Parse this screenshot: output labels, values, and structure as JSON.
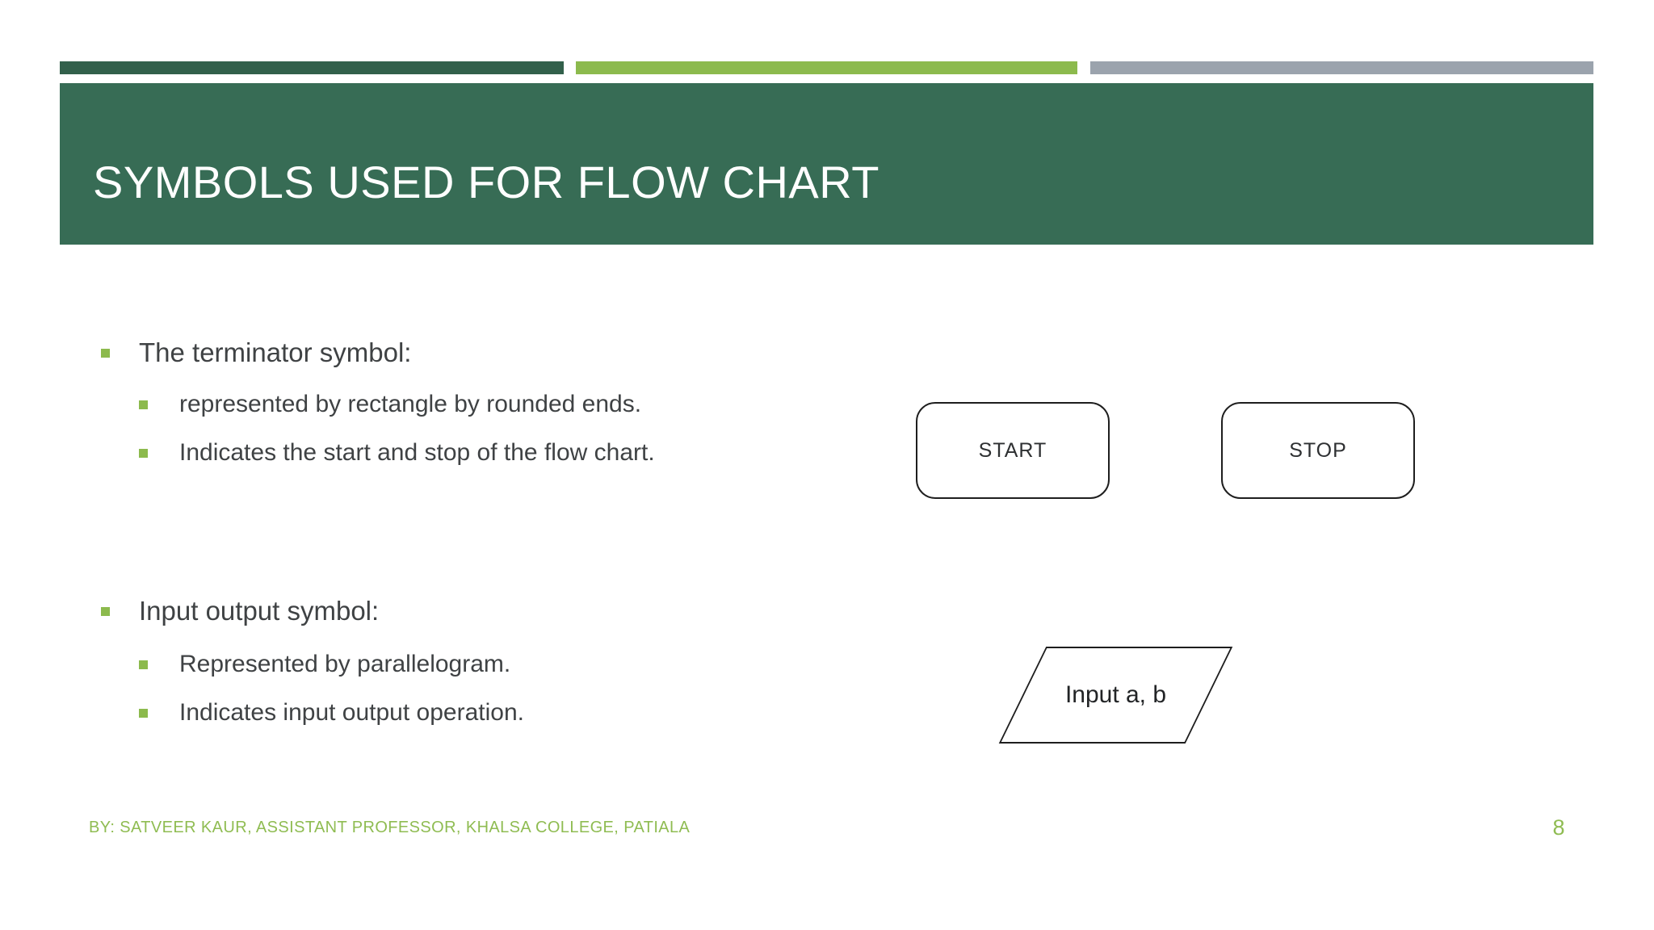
{
  "slide": {
    "title": "SYMBOLS USED FOR FLOW CHART",
    "footer_credit": "BY: SATVEER KAUR, ASSISTANT PROFESSOR, KHALSA COLLEGE, PATIALA",
    "page_number": "8"
  },
  "sections": [
    {
      "heading": "The terminator symbol:",
      "items": [
        "represented by rectangle by rounded ends.",
        "Indicates the start and stop of the flow chart."
      ]
    },
    {
      "heading": "Input output symbol:",
      "items": [
        "Represented by parallelogram.",
        "Indicates input output operation."
      ]
    }
  ],
  "shapes": {
    "terminators": [
      {
        "label": "START"
      },
      {
        "label": "STOP"
      }
    ],
    "io": {
      "label": "Input a, b"
    }
  },
  "colors": {
    "band_green": "#376C55",
    "bar_dark_green": "#32604B",
    "accent_green": "#8CBA4D",
    "bar_gray": "#9BA3AD",
    "body_text": "#3F4244",
    "shape_border": "#1E1E1E",
    "shape_text": "#2E3032",
    "footer_green": "#8FBC52"
  }
}
